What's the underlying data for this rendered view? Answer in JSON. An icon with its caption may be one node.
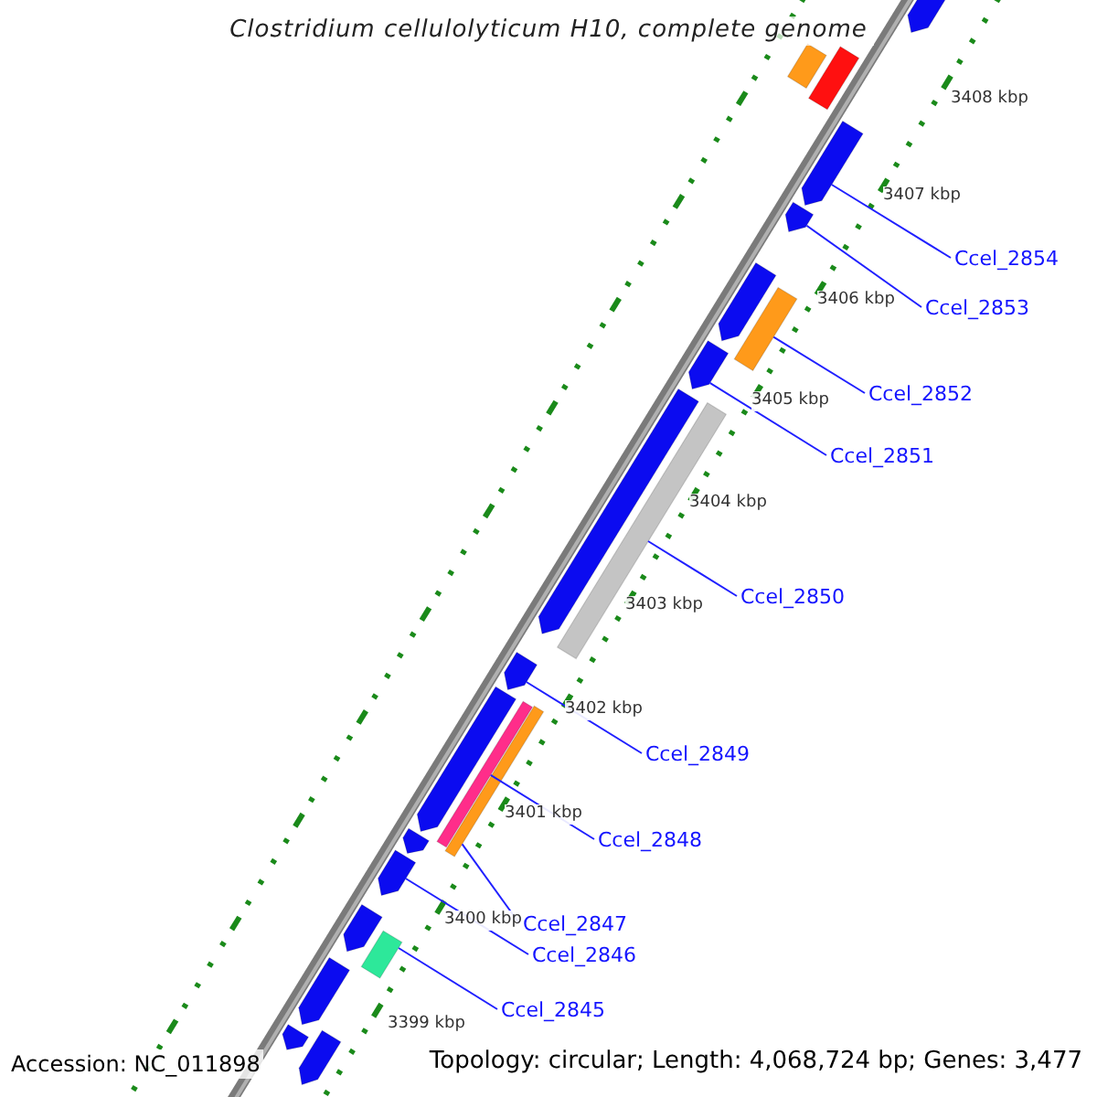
{
  "diagram": {
    "title": "Clostridium cellulolyticum H10, complete genome",
    "nodes": [
      {
        "text": [
          "Ccel_2854"
        ]
      },
      {
        "text": [
          "Ccel_2853"
        ]
      },
      {
        "text": [
          "Ccel_2852"
        ]
      },
      {
        "text": [
          "Ccel_2851"
        ]
      },
      {
        "text": [
          "Ccel_2850"
        ]
      },
      {
        "text": [
          "Ccel_2849"
        ]
      },
      {
        "text": [
          "Ccel_2848"
        ]
      },
      {
        "text": [
          "Ccel_2847"
        ]
      },
      {
        "text": [
          "Ccel_2846"
        ]
      },
      {
        "text": [
          "Ccel_2845"
        ]
      },
      {
        "text": [],
        "shape": "bar"
      },
      {
        "text": [],
        "shape": "bar"
      },
      {
        "text": [],
        "shape": "arrow"
      },
      {
        "text": [],
        "shape": "arrow"
      },
      {
        "text": [],
        "shape": "arrow"
      },
      {
        "text": [],
        "shape": "arrow"
      },
      {
        "text": [],
        "shape": "bar"
      },
      {
        "text": [],
        "shape": "arrow"
      },
      {
        "text": [],
        "shape": "arrow"
      },
      {
        "text": [],
        "shape": "bar"
      },
      {
        "text": [],
        "shape": "arrow"
      },
      {
        "text": [],
        "shape": "arrow"
      },
      {
        "text": [],
        "shape": "bar"
      },
      {
        "text": [],
        "shape": "bar"
      },
      {
        "text": [],
        "shape": "arrow"
      },
      {
        "text": [],
        "shape": "arrow"
      },
      {
        "text": [],
        "shape": "arrow"
      },
      {
        "text": [],
        "shape": "bar"
      },
      {
        "text": [],
        "shape": "arrow"
      },
      {
        "text": [],
        "shape": "arrow"
      },
      {
        "text": [],
        "shape": "arrow"
      }
    ],
    "edges": [
      {
        "from": 0,
        "to": 13,
        "arrow": "none"
      },
      {
        "from": 1,
        "to": 14,
        "arrow": "none"
      },
      {
        "from": 2,
        "to": 16,
        "arrow": "none"
      },
      {
        "from": 3,
        "to": 17,
        "arrow": "none"
      },
      {
        "from": 4,
        "to": 19,
        "arrow": "none"
      },
      {
        "from": 5,
        "to": 20,
        "arrow": "none"
      },
      {
        "from": 6,
        "to": 22,
        "arrow": "none"
      },
      {
        "from": 7,
        "to": 23,
        "arrow": "none"
      },
      {
        "from": 8,
        "to": 25,
        "arrow": "none"
      },
      {
        "from": 9,
        "to": 27,
        "arrow": "none"
      }
    ],
    "labels": [
      "3408 kbp",
      "3407 kbp",
      "3406 kbp",
      "3405 kbp",
      "3404 kbp",
      "3403 kbp",
      "3402 kbp",
      "3401 kbp",
      "3400 kbp",
      "3399 kbp",
      "Accession: NC_011898",
      "Topology: circular; Length: 4,068,724 bp; Genes: 3,477"
    ]
  }
}
